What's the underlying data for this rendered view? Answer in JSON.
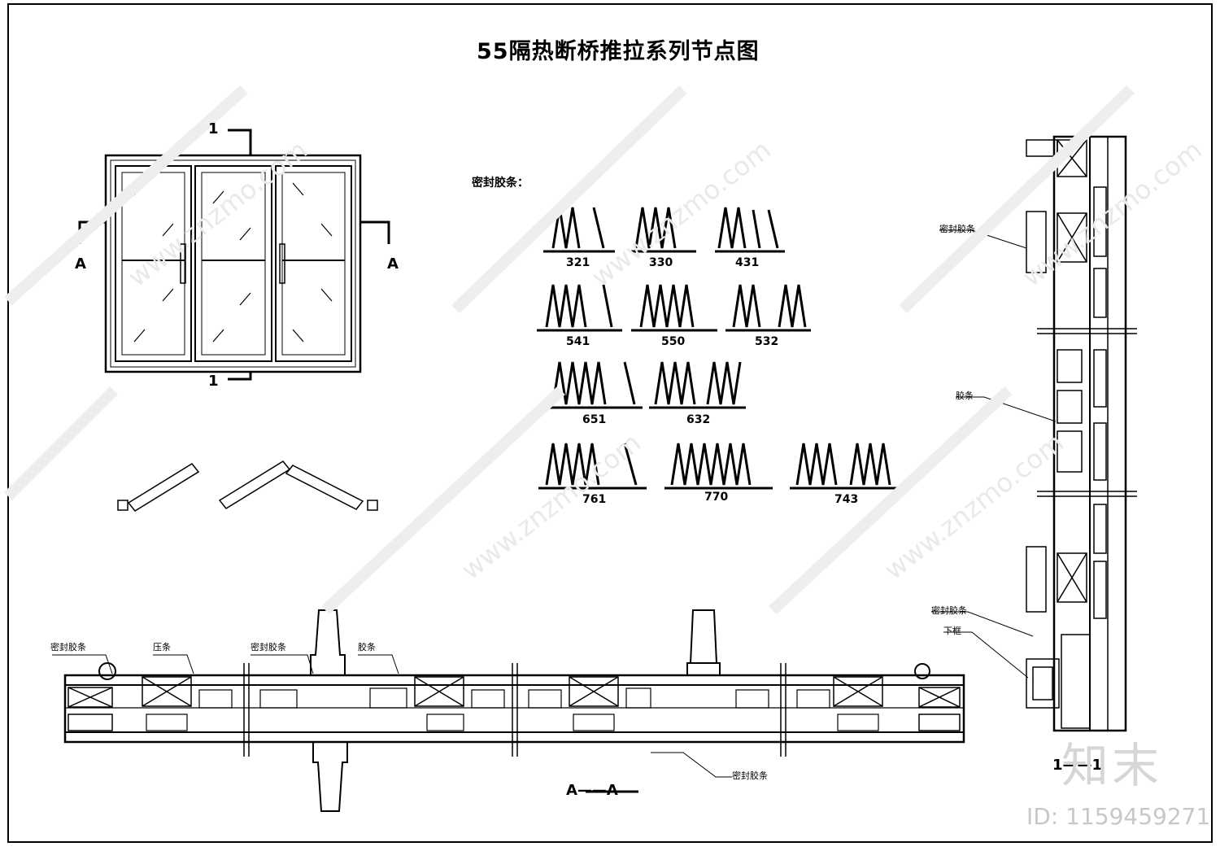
{
  "title": "55隔热断桥推拉系列节点图",
  "elevation": {
    "section_marks": [
      "1",
      "1",
      "A",
      "A"
    ]
  },
  "sealing_strips": {
    "heading": "密封胶条：",
    "codes": [
      "321",
      "330",
      "431",
      "541",
      "550",
      "532",
      "651",
      "632",
      "761",
      "770",
      "743"
    ]
  },
  "horizontal_section": {
    "labels": [
      "密封胶条",
      "压条",
      "密封胶条",
      "胶条",
      "密封胶条"
    ],
    "caption": "A——A"
  },
  "vertical_section": {
    "labels": [
      "密封胶条",
      "胶条",
      "密封胶条",
      "下框"
    ],
    "caption": "1——1"
  },
  "watermarks": {
    "logo": "知末",
    "id": "ID: 1159459271",
    "diagonal": "www.znzmo.com"
  }
}
